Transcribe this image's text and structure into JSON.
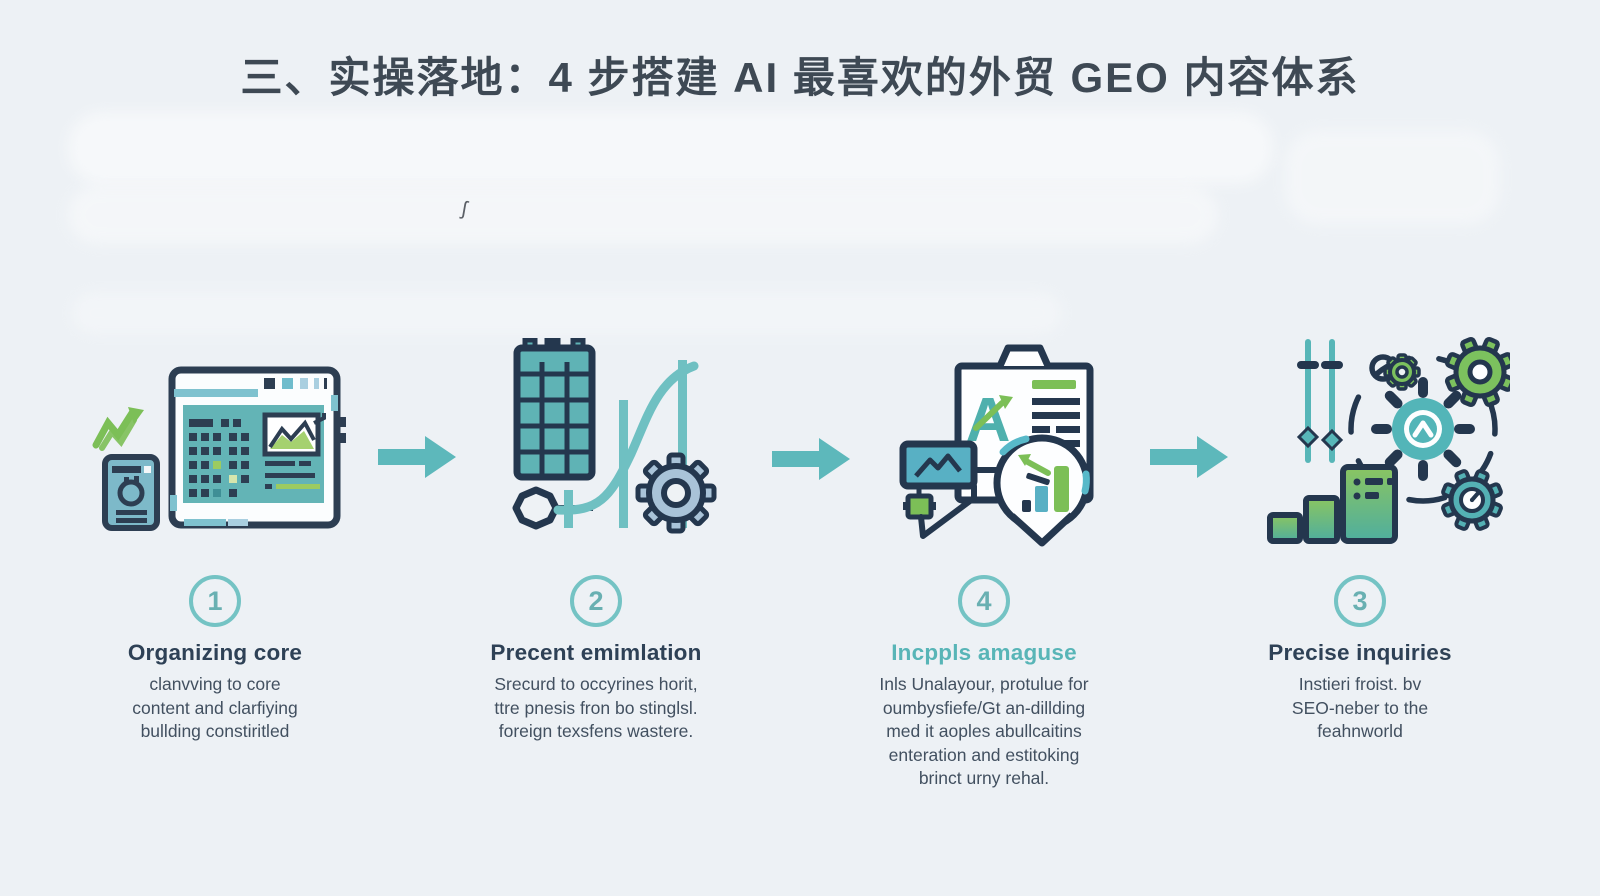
{
  "title": "三、实操落地：4 步搭建 AI 最喜欢的外贸 GEO 内容体系",
  "artifact_mark": "ʃ",
  "steps": [
    {
      "number": "1",
      "heading": "Organizing core",
      "body": "clanvving to core\ncontent and clarfiying\nbullding constiritled",
      "icon": "content-dashboard-icon"
    },
    {
      "number": "2",
      "heading": "Precent emimlation",
      "body": "Srecurd to occyrines horit,\nttre pnesis fron bo stinglsl.\nforeign texsfens wastere.",
      "icon": "building-growth-chart-icon"
    },
    {
      "number": "4",
      "heading": "Incppls amaguse",
      "body": "Inls Unalayour, protulue for\noumbysfiefe/Gt an-dillding\nmed it aoples abullcaitins\nenteration and estitoking\nbrinct urny rehal.",
      "icon": "document-analysis-pin-icon"
    },
    {
      "number": "3",
      "heading": "Precise inquiries",
      "body": "Instieri froist. bv\nSEO-neber to the\nfeahnworld",
      "icon": "gears-automation-icon"
    }
  ],
  "arrows": [
    "arrow-right-icon",
    "arrow-right-icon",
    "arrow-right-icon"
  ],
  "colors": {
    "background": "#edf1f5",
    "navy": "#24374e",
    "teal": "#5db8bb",
    "teal_fill": "#63b4b6",
    "light_blue": "#a9cfe0",
    "green": "#7cbf57",
    "steel_gear": "#a9c3d8",
    "title_text": "#3e4954",
    "body_text": "#425060",
    "teal_heading": "#58b5b7",
    "circle_border": "#74c3c4"
  }
}
